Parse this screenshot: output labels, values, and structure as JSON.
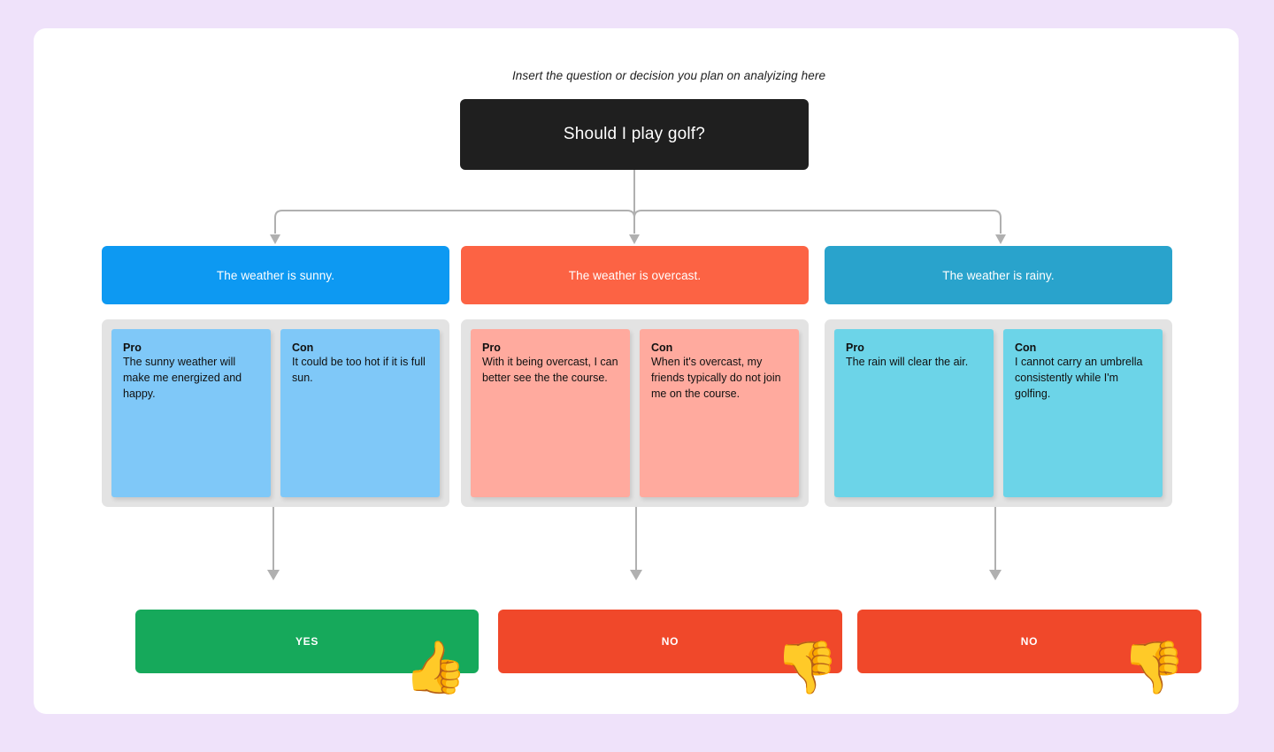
{
  "page": {
    "background_color": "#efe2fa",
    "canvas_color": "#ffffff"
  },
  "caption": "Insert the question or decision you plan on analyizing here",
  "root": {
    "label": "Should I play golf?",
    "color": "#1f1f1f"
  },
  "branches": [
    {
      "header": "The weather is sunny.",
      "header_color": "#0d99f2",
      "card_color": "#7fc8f8",
      "pro": {
        "title": "Pro",
        "text": "The sunny weather will make me energized and happy."
      },
      "con": {
        "title": "Con",
        "text": "It could be too hot if it is full sun."
      },
      "result": {
        "label": "YES",
        "color": "#16a95b",
        "icon": "thumbs-up-icon",
        "glyph": "👍"
      }
    },
    {
      "header": "The weather is overcast.",
      "header_color": "#fc6344",
      "card_color": "#ffaa9e",
      "pro": {
        "title": "Pro",
        "text": "With it being overcast, I can better see the the course."
      },
      "con": {
        "title": "Con",
        "text": "When it's overcast, my friends typically do not join me on the course."
      },
      "result": {
        "label": "NO",
        "color": "#f0482a",
        "icon": "thumbs-down-icon",
        "glyph": "👎"
      }
    },
    {
      "header": "The weather is rainy.",
      "header_color": "#29a3cc",
      "card_color": "#6cd4e8",
      "pro": {
        "title": "Pro",
        "text": "The rain will clear the air."
      },
      "con": {
        "title": "Con",
        "text": "I cannot carry an umbrella consistently while I'm golfing."
      },
      "result": {
        "label": "NO",
        "color": "#f0482a",
        "icon": "thumbs-down-icon",
        "glyph": "👎"
      }
    }
  ],
  "connector": {
    "color": "#b0b0b0"
  }
}
